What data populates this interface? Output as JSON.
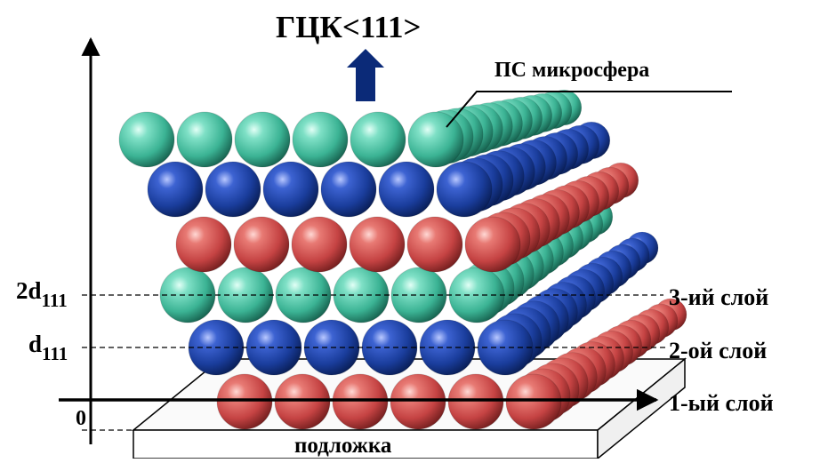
{
  "title": "ГЦК<111>",
  "sphere_label": "ПС микросфера",
  "axis": {
    "tick_2d": {
      "main": "2d",
      "sub": "111"
    },
    "tick_d": {
      "main": "d",
      "sub": "111"
    },
    "tick_zero": "0"
  },
  "layers": [
    {
      "label": "3-ий слой"
    },
    {
      "label": "2-ой слой"
    },
    {
      "label": "1-ый слой"
    }
  ],
  "substrate_label": "подложка",
  "colors": {
    "red": "#c94a4a",
    "blue": "#1a3f9e",
    "teal": "#44c4a6",
    "arrow": "#0b2a78"
  }
}
